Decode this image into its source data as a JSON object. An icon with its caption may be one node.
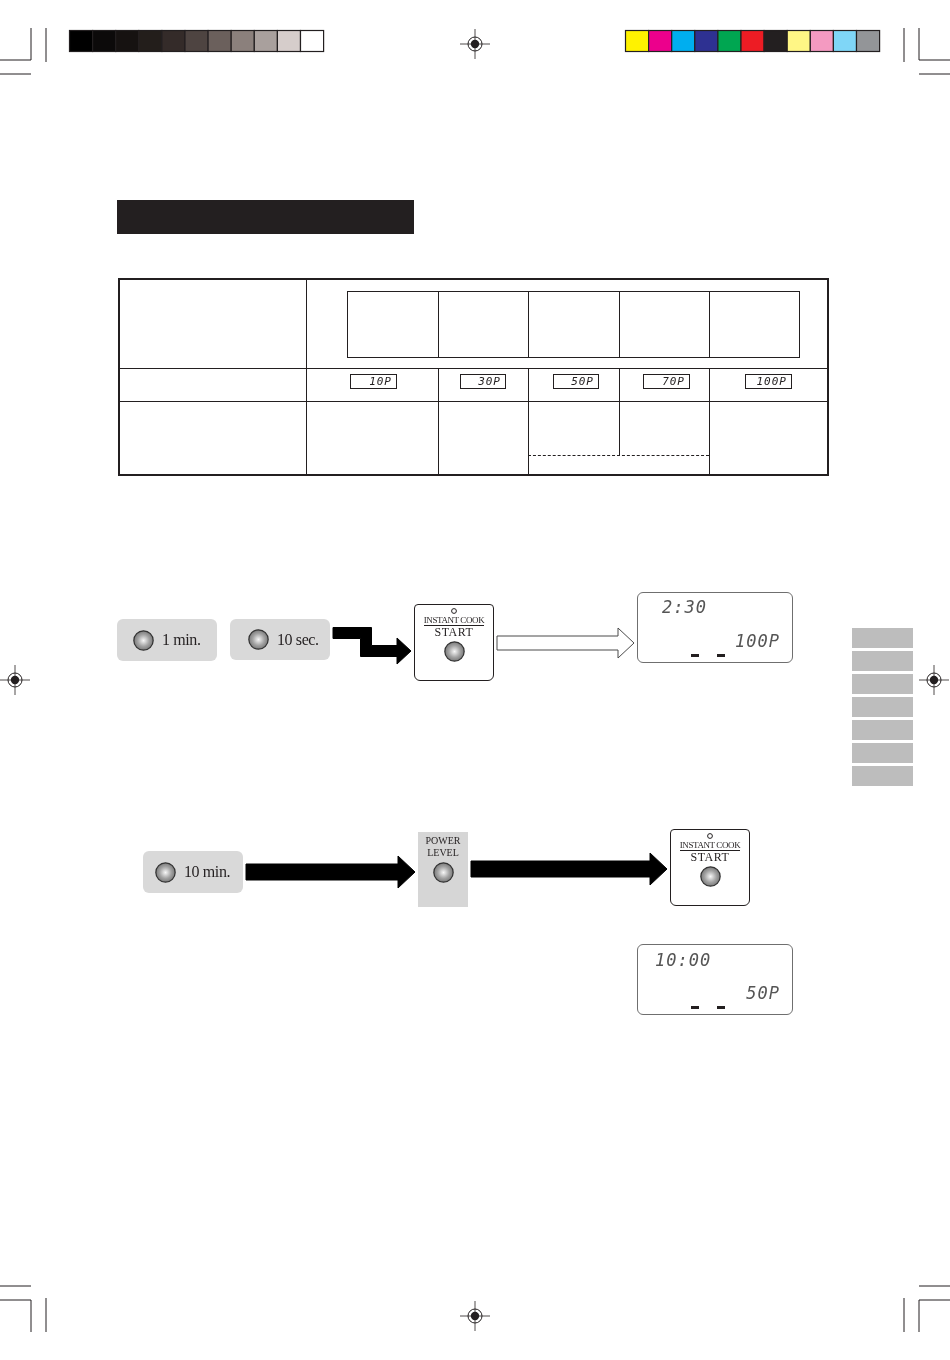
{
  "diagram": {
    "nodes": [
      {
        "text": [],
        "shape": "bar"
      },
      {
        "text": [
          "1 min."
        ]
      },
      {
        "text": [
          "10 sec."
        ]
      },
      {
        "text": [
          "INSTANT COOK",
          "START"
        ]
      },
      {
        "text": [
          "2:30",
          "100P"
        ]
      },
      {
        "text": [
          "10 min."
        ]
      },
      {
        "text": [
          "POWER LEVEL"
        ]
      },
      {
        "text": [
          "INSTANT COOK",
          "START"
        ]
      },
      {
        "text": [
          "10:00",
          "50P"
        ]
      }
    ],
    "edges": [
      {
        "from": 2,
        "to": 3,
        "arrow": "to"
      },
      {
        "from": 3,
        "to": 4,
        "arrow": "to",
        "color": "#ffffff"
      },
      {
        "from": 5,
        "to": 6,
        "arrow": "to"
      },
      {
        "from": 6,
        "to": 7,
        "arrow": "to"
      }
    ],
    "labels": [
      "10P",
      "30P",
      "50P",
      "70P",
      "100P"
    ]
  }
}
